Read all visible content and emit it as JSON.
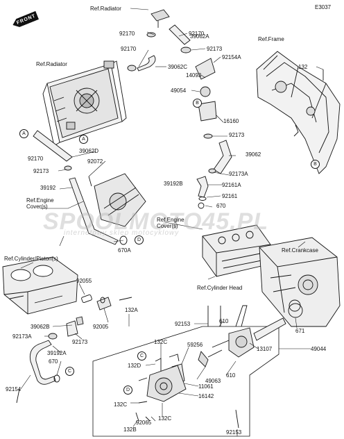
{
  "diagram_code": "E3037",
  "front_label": "FRONT",
  "watermark": {
    "main": "SPOOLMOTO45.PL",
    "sub": "internetowy sklep motocyklowy"
  },
  "refs": {
    "radiator_top": "Ref.Radiator",
    "radiator": "Ref.Radiator",
    "frame": "Ref.Frame",
    "engine_cover_left": "Ref.Engine\nCover(s)",
    "engine_cover_right": "Ref.Engine\nCover(s)",
    "cylinder_piston": "Ref.Cylinder/Piston(s)",
    "cylinder_head": "Ref.Cylinder Head",
    "crankcase": "Ref.Crankcase"
  },
  "circles": {
    "A": "A",
    "B": "B",
    "C": "C",
    "D": "D"
  },
  "parts": {
    "p92170_a": "92170",
    "p92170_b": "92170",
    "p92170_c": "92170",
    "p92170_d": "92170",
    "p39062a": "39062A",
    "p92173_a": "92173",
    "p92154a": "92154A",
    "p39062c": "39062C",
    "p14093": "14093",
    "p49054": "49054",
    "p16160": "16160",
    "p92173_b": "92173",
    "p132_frame": "132",
    "p39062d": "39062D",
    "p92072": "92072",
    "p92173_c": "92173",
    "p39192": "39192",
    "p39062": "39062",
    "p92173a_top": "92173A",
    "p39192b": "39192B",
    "p92161a": "92161A",
    "p92161": "92161",
    "p670": "670",
    "p670a": "670A",
    "p92055": "92055",
    "p132a": "132A",
    "p92005": "92005",
    "p39062b": "39062B",
    "p92173a_low": "92173A",
    "p92173_d": "92173",
    "p39192a": "39192A",
    "p670_low": "670",
    "p92154": "92154",
    "p92153_top": "92153",
    "p610_a": "610",
    "p671": "671",
    "p13107": "13107",
    "p49044": "49044",
    "p132c_a": "132C",
    "p59256": "59256",
    "p49063": "49063",
    "p610_b": "610",
    "p132d": "132D",
    "p11061": "11061",
    "p16142": "16142",
    "p132c_b": "132C",
    "p92065": "92065",
    "p132c_c": "132C",
    "p132b": "132B",
    "p92153_bot": "92153"
  }
}
